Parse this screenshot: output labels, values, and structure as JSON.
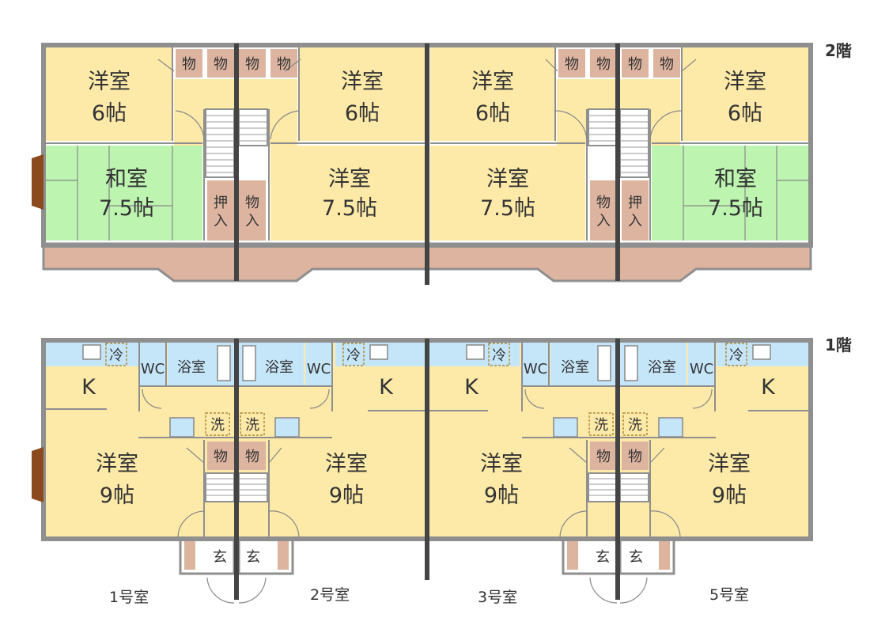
{
  "floors": {
    "upper": "2階",
    "lower": "1階"
  },
  "units": [
    "1号室",
    "2号室",
    "3号室",
    "5号室"
  ],
  "rooms_upper": {
    "western_a": "洋室",
    "western_a_size": "6帖",
    "japanese": "和室",
    "japanese_size": "7.5帖",
    "western_b": "洋室",
    "western_b_size": "7.5帖",
    "storage": "物",
    "closet_top": "押",
    "closet_bottom": "入",
    "storage_in": "入"
  },
  "rooms_lower": {
    "kitchen": "K",
    "fridge": "冷",
    "wc": "WC",
    "bath": "浴室",
    "laundry": "洗",
    "western": "洋室",
    "western_size": "9帖",
    "storage": "物",
    "entrance": "玄"
  },
  "colors": {
    "western": "#fdeaa8",
    "japanese": "#bdf5b0",
    "storage": "#ddb4a0",
    "water": "#c5e6f9",
    "wall": "#8f8f8f",
    "window": "#8b4a1e"
  }
}
